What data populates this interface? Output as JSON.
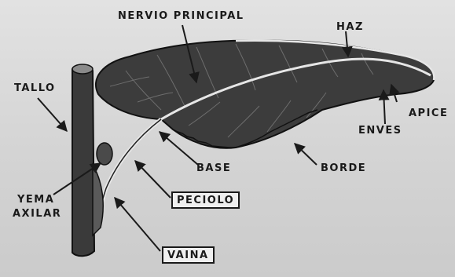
{
  "labels": {
    "nervio_principal": "NERVIO PRINCIPAL",
    "haz": "HAZ",
    "tallo": "TALLO",
    "apice": "APICE",
    "enves": "ENVES",
    "base": "BASE",
    "borde": "BORDE",
    "yema_axilar_line1": "YEMA",
    "yema_axilar_line2": "AXILAR",
    "peciolo": "PECIOLO",
    "vaina": "VAINA"
  },
  "colors": {
    "ink": "#1a1a1a",
    "leaf_fill": "#3c3c3c",
    "stem_fill": "#3a3a3a",
    "paper": "#d8d8d8"
  }
}
